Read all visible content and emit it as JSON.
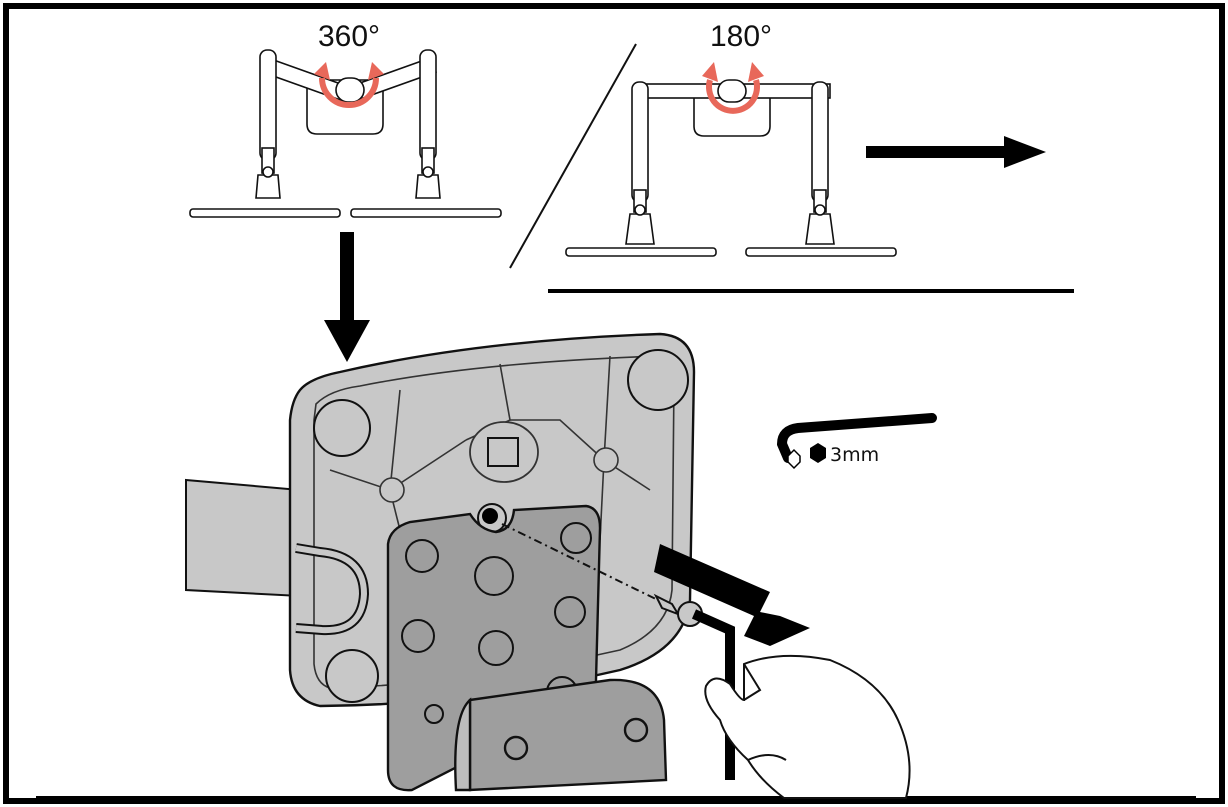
{
  "labels": {
    "rotation_360": "360°",
    "rotation_180": "180°",
    "hex_key_size": "3mm"
  },
  "colors": {
    "frame": "#000000",
    "bracket_fill": "#c8c8c8",
    "plate_fill": "#9e9e9e",
    "rotation_arrow": "#e8685a",
    "outline": "#111111"
  },
  "icons": [
    "rotation-arrow-icon",
    "hex-nut-icon",
    "direction-arrow-icon",
    "hex-key-icon",
    "hand-icon"
  ]
}
